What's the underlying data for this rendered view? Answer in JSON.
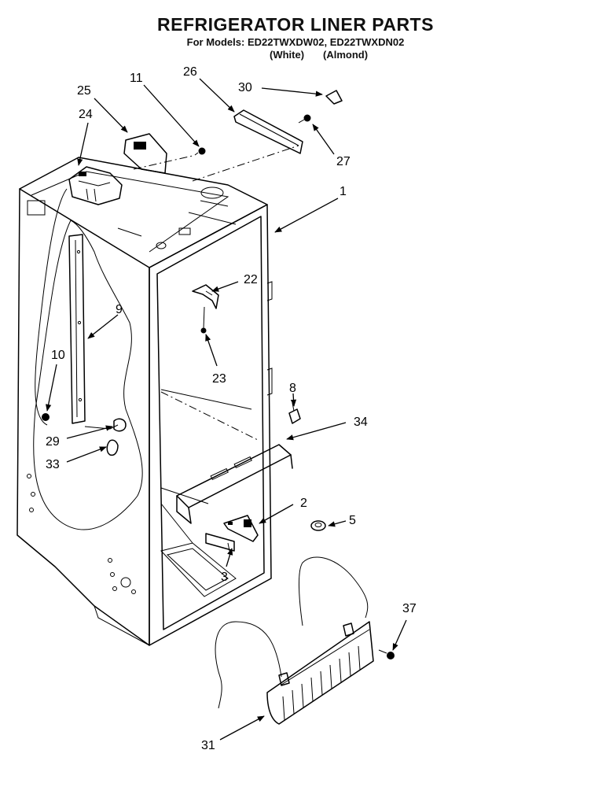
{
  "title": "REFRIGERATOR LINER PARTS",
  "models_line": "For Models: ED22TWXDW02, ED22TWXDN02",
  "variants": {
    "white": "(White)",
    "almond": "(Almond)"
  },
  "callouts": [
    {
      "id": "1",
      "text": "1"
    },
    {
      "id": "2",
      "text": "2"
    },
    {
      "id": "3",
      "text": "3"
    },
    {
      "id": "5",
      "text": "5"
    },
    {
      "id": "8",
      "text": "8"
    },
    {
      "id": "9",
      "text": "9"
    },
    {
      "id": "10",
      "text": "10"
    },
    {
      "id": "11",
      "text": "11"
    },
    {
      "id": "22",
      "text": "22"
    },
    {
      "id": "23",
      "text": "23"
    },
    {
      "id": "24",
      "text": "24"
    },
    {
      "id": "25",
      "text": "25"
    },
    {
      "id": "26",
      "text": "26"
    },
    {
      "id": "27",
      "text": "27"
    },
    {
      "id": "29",
      "text": "29"
    },
    {
      "id": "30",
      "text": "30"
    },
    {
      "id": "31",
      "text": "31"
    },
    {
      "id": "33",
      "text": "33"
    },
    {
      "id": "34",
      "text": "34"
    },
    {
      "id": "37",
      "text": "37"
    }
  ]
}
